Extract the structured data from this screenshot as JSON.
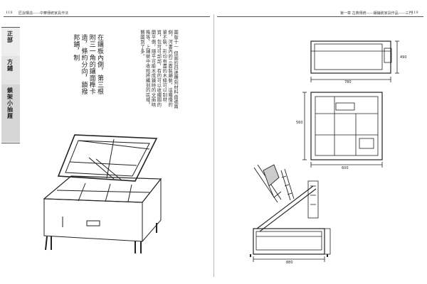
{
  "left_page": {
    "page_number": "118",
    "running_header": "匠說構造——中華傳統家具作法",
    "sidebar_tabs": [
      "正部",
      "方鋪",
      "鎖架小抽屜"
    ],
    "caption": "圖版十一 但圖的四邊雕刻材料由邊兩側，河書內的三面裝鋪裝，這種慢的單不裝。形均有盡的木條可以制材質，包可可部部，有的可以收攔圖的蘭平側，隱平可能木成鏡時的文面暗格等，上鋪裝中收賠將觸到的區域。醫圖到了多。",
    "handwritten_note": "在鑲板內側，第三根附三一角的鑲面榫卡造，條約分向，鎖撥邦鋪，制"
  },
  "right_page": {
    "page_number": "119",
    "running_header": "第一章 古典傳統——鑲鋪裝家具作品——三門"
  },
  "drawing_labels": {
    "top_view_width": "780",
    "top_view_height": "490",
    "front_view_width": "600",
    "front_view_height": "560",
    "bottom_view_width": "880"
  }
}
